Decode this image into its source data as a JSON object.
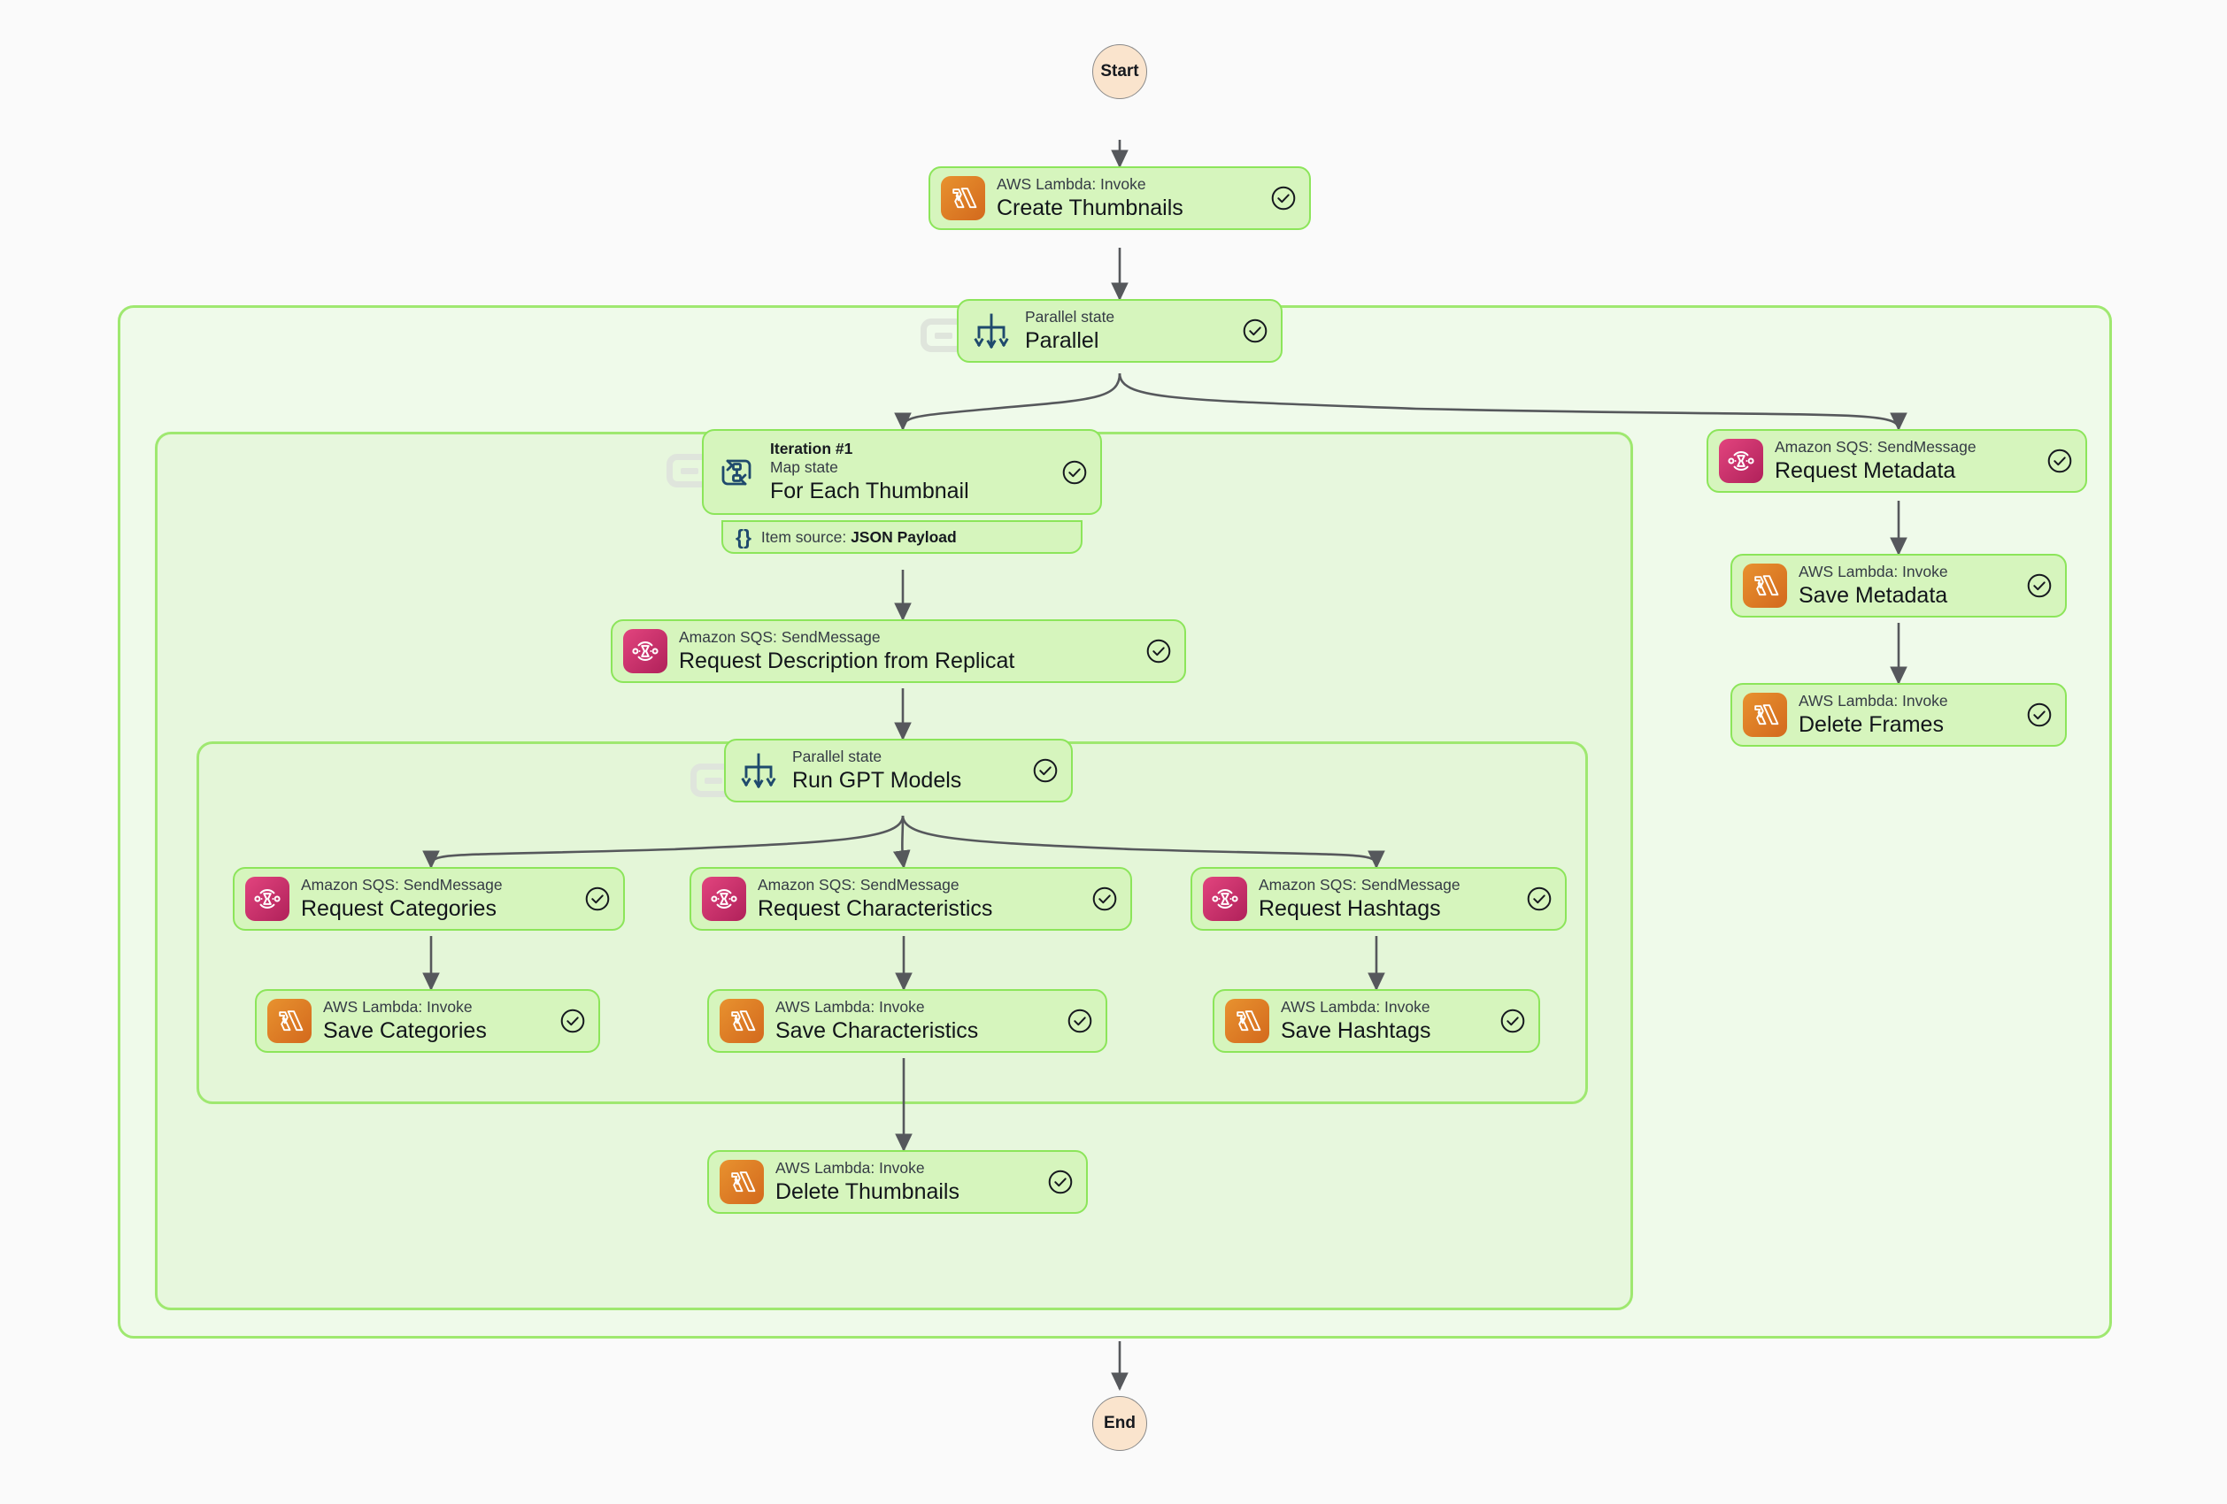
{
  "canvas": {
    "background": "#fafafa",
    "node_fill": "#d6f5bd",
    "node_border": "#8ce55a",
    "group_border": "#9fe870",
    "lambda_color": "#e8922f",
    "sqs_color": "#e2447e",
    "terminal_fill": "#fae4cd",
    "edge_color": "#56585c"
  },
  "terminals": {
    "start": "Start",
    "end": "End"
  },
  "labels": {
    "lambda_invoke": "AWS Lambda: Invoke",
    "sqs_send": "Amazon SQS: SendMessage",
    "parallel_state": "Parallel state",
    "map_state": "Map state",
    "iteration": "Iteration #1",
    "item_source_prefix": "Item source:",
    "item_source_value": "JSON Payload",
    "braces": "{}"
  },
  "nodes": {
    "create_thumbnails": {
      "sub": "AWS Lambda: Invoke",
      "title": "Create Thumbnails",
      "icon": "lambda-icon",
      "status": "succeeded"
    },
    "parallel": {
      "sub": "Parallel state",
      "title": "Parallel",
      "icon": "parallel-state-icon",
      "status": "succeeded"
    },
    "for_each_thumbnail": {
      "iteration": "Iteration #1",
      "sub": "Map state",
      "title": "For Each Thumbnail",
      "icon": "map-state-icon",
      "status": "succeeded",
      "footer_prefix": "Item source:",
      "footer_value": "JSON Payload"
    },
    "request_description": {
      "sub": "Amazon SQS: SendMessage",
      "title": "Request Description from Replicat",
      "icon": "sqs-icon",
      "status": "succeeded"
    },
    "run_gpt_models": {
      "sub": "Parallel state",
      "title": "Run GPT Models",
      "icon": "parallel-state-icon",
      "status": "succeeded"
    },
    "request_categories": {
      "sub": "Amazon SQS: SendMessage",
      "title": "Request Categories",
      "icon": "sqs-icon",
      "status": "succeeded"
    },
    "save_categories": {
      "sub": "AWS Lambda: Invoke",
      "title": "Save Categories",
      "icon": "lambda-icon",
      "status": "succeeded"
    },
    "request_characteristics": {
      "sub": "Amazon SQS: SendMessage",
      "title": "Request Characteristics",
      "icon": "sqs-icon",
      "status": "succeeded"
    },
    "save_characteristics": {
      "sub": "AWS Lambda: Invoke",
      "title": "Save Characteristics",
      "icon": "lambda-icon",
      "status": "succeeded"
    },
    "request_hashtags": {
      "sub": "Amazon SQS: SendMessage",
      "title": "Request Hashtags",
      "icon": "sqs-icon",
      "status": "succeeded"
    },
    "save_hashtags": {
      "sub": "AWS Lambda: Invoke",
      "title": "Save Hashtags",
      "icon": "lambda-icon",
      "status": "succeeded"
    },
    "delete_thumbnails": {
      "sub": "AWS Lambda: Invoke",
      "title": "Delete Thumbnails",
      "icon": "lambda-icon",
      "status": "succeeded"
    },
    "request_metadata": {
      "sub": "Amazon SQS: SendMessage",
      "title": "Request Metadata",
      "icon": "sqs-icon",
      "status": "succeeded"
    },
    "save_metadata": {
      "sub": "AWS Lambda: Invoke",
      "title": "Save Metadata",
      "icon": "lambda-icon",
      "status": "succeeded"
    },
    "delete_frames": {
      "sub": "AWS Lambda: Invoke",
      "title": "Delete Frames",
      "icon": "lambda-icon",
      "status": "succeeded"
    }
  }
}
